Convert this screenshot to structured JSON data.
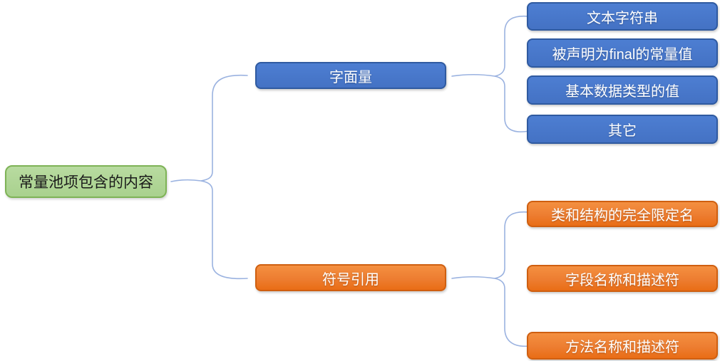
{
  "colors": {
    "accent-blue": "#4472c4",
    "accent-blue-light": "#4d7ed2",
    "accent-blue-dark": "#2f5aa0",
    "accent-orange": "#ed7d31",
    "accent-orange-light": "#f49040",
    "accent-orange-deep": "#e96d15",
    "accent-orange-dark": "#cf5f10",
    "accent-green": "#a9d18e",
    "accent-green-light": "#b8dba0",
    "accent-green-border": "#7eb356",
    "connector": "#9ab2e0",
    "text-on-fill": "#ffffff",
    "text-root": "#1a1a1a"
  },
  "root": {
    "label": "常量池项包含的内容"
  },
  "branches": [
    {
      "label": "字面量",
      "children": [
        "文本字符串",
        "被声明为final的常量值",
        "基本数据类型的值",
        "其它"
      ]
    },
    {
      "label": "符号引用",
      "children": [
        "类和结构的完全限定名",
        "字段名称和描述符",
        "方法名称和描述符"
      ]
    }
  ]
}
